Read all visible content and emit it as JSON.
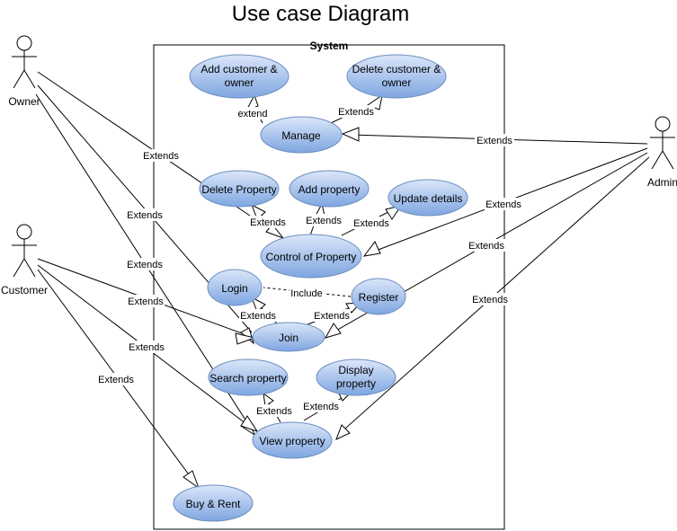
{
  "title": "Use case Diagram",
  "system_label": "System",
  "actors": {
    "owner": "Owner",
    "customer": "Customer",
    "admin": "Admin"
  },
  "use_cases": {
    "add_customer_owner": [
      "Add customer &",
      "owner"
    ],
    "delete_customer_owner": [
      "Delete customer &",
      "owner"
    ],
    "manage": "Manage",
    "delete_property": "Delete Property",
    "add_property": "Add property",
    "update_details": "Update details",
    "control_of_property": "Control of Property",
    "login": "Login",
    "register": "Register",
    "join": "Join",
    "search_property": "Search property",
    "display_property": [
      "Display",
      "property"
    ],
    "view_property": "View property",
    "buy_rent": "Buy & Rent"
  },
  "relation_labels": {
    "extend": "extend",
    "extends": "Extends",
    "include": "Include"
  },
  "colors": {
    "usecase_top": "#dbe6fa",
    "usecase_bottom": "#7ea6e0",
    "usecase_stroke": "#6c8ebf",
    "line": "#000000"
  }
}
